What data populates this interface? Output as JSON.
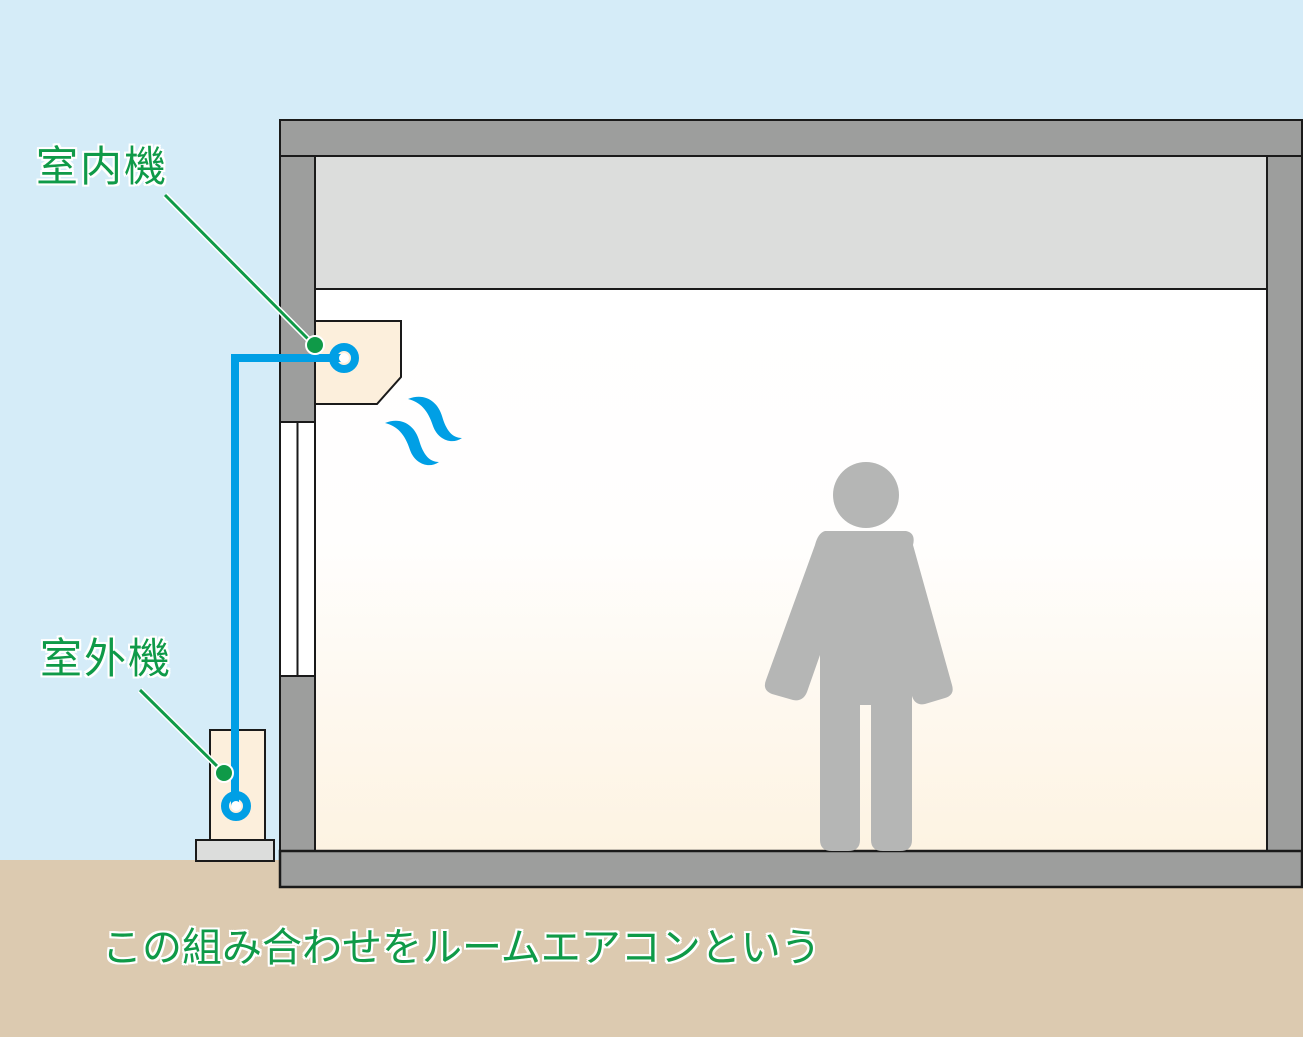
{
  "labels": {
    "indoor_unit": "室内機",
    "outdoor_unit": "室外機",
    "caption": "この組み合わせをルームエアコンという"
  },
  "colors": {
    "sky": "#d5ecf8",
    "ground": "#dccab0",
    "wall": "#9d9e9d",
    "ceiling": "#dcdddc",
    "room_top": "#ffffff",
    "room_bottom": "#fdf3e2",
    "unit_body": "#fcefdc",
    "pipe": "#009fe5",
    "label_green": "#0f9a48",
    "person": "#b5b6b5",
    "outline": "#1a1a1a"
  }
}
